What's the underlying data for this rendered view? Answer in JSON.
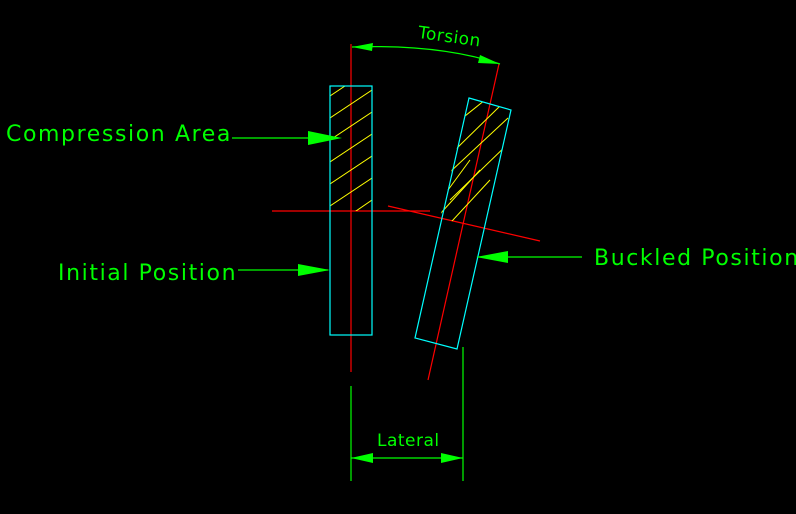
{
  "labels": {
    "compression_area": "Compression Area",
    "initial_position": "Initial Position",
    "buckled_position": "Buckled Position",
    "torsion": "Torsion",
    "lateral": "Lateral"
  },
  "colors": {
    "background": "#000000",
    "label_text": "#00ff00",
    "dimension_lines": "#00ff00",
    "beam_outline": "#00ffff",
    "center_lines": "#ff0000",
    "hatch_initial": "#ffff00",
    "hatch_buckled": "#ffff00"
  }
}
